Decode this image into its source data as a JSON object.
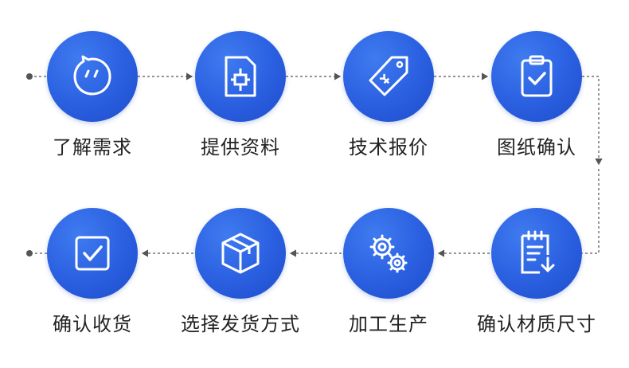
{
  "colors": {
    "circle": "#2a5fe0",
    "connector": "#555555",
    "label": "#222222",
    "icon_stroke": "#ffffff"
  },
  "flow": {
    "row1": [
      {
        "label": "了解需求",
        "icon": "chat-bubble-face-icon"
      },
      {
        "label": "提供资料",
        "icon": "sim-card-document-icon"
      },
      {
        "label": "技术报价",
        "icon": "price-tag-icon"
      },
      {
        "label": "图纸确认",
        "icon": "clipboard-check-icon"
      }
    ],
    "row2": [
      {
        "label": "确认收货",
        "icon": "checkbox-icon"
      },
      {
        "label": "选择发货方式",
        "icon": "shipping-box-icon"
      },
      {
        "label": "加工生产",
        "icon": "gears-icon"
      },
      {
        "label": "确认材质尺寸",
        "icon": "document-download-icon"
      }
    ]
  }
}
